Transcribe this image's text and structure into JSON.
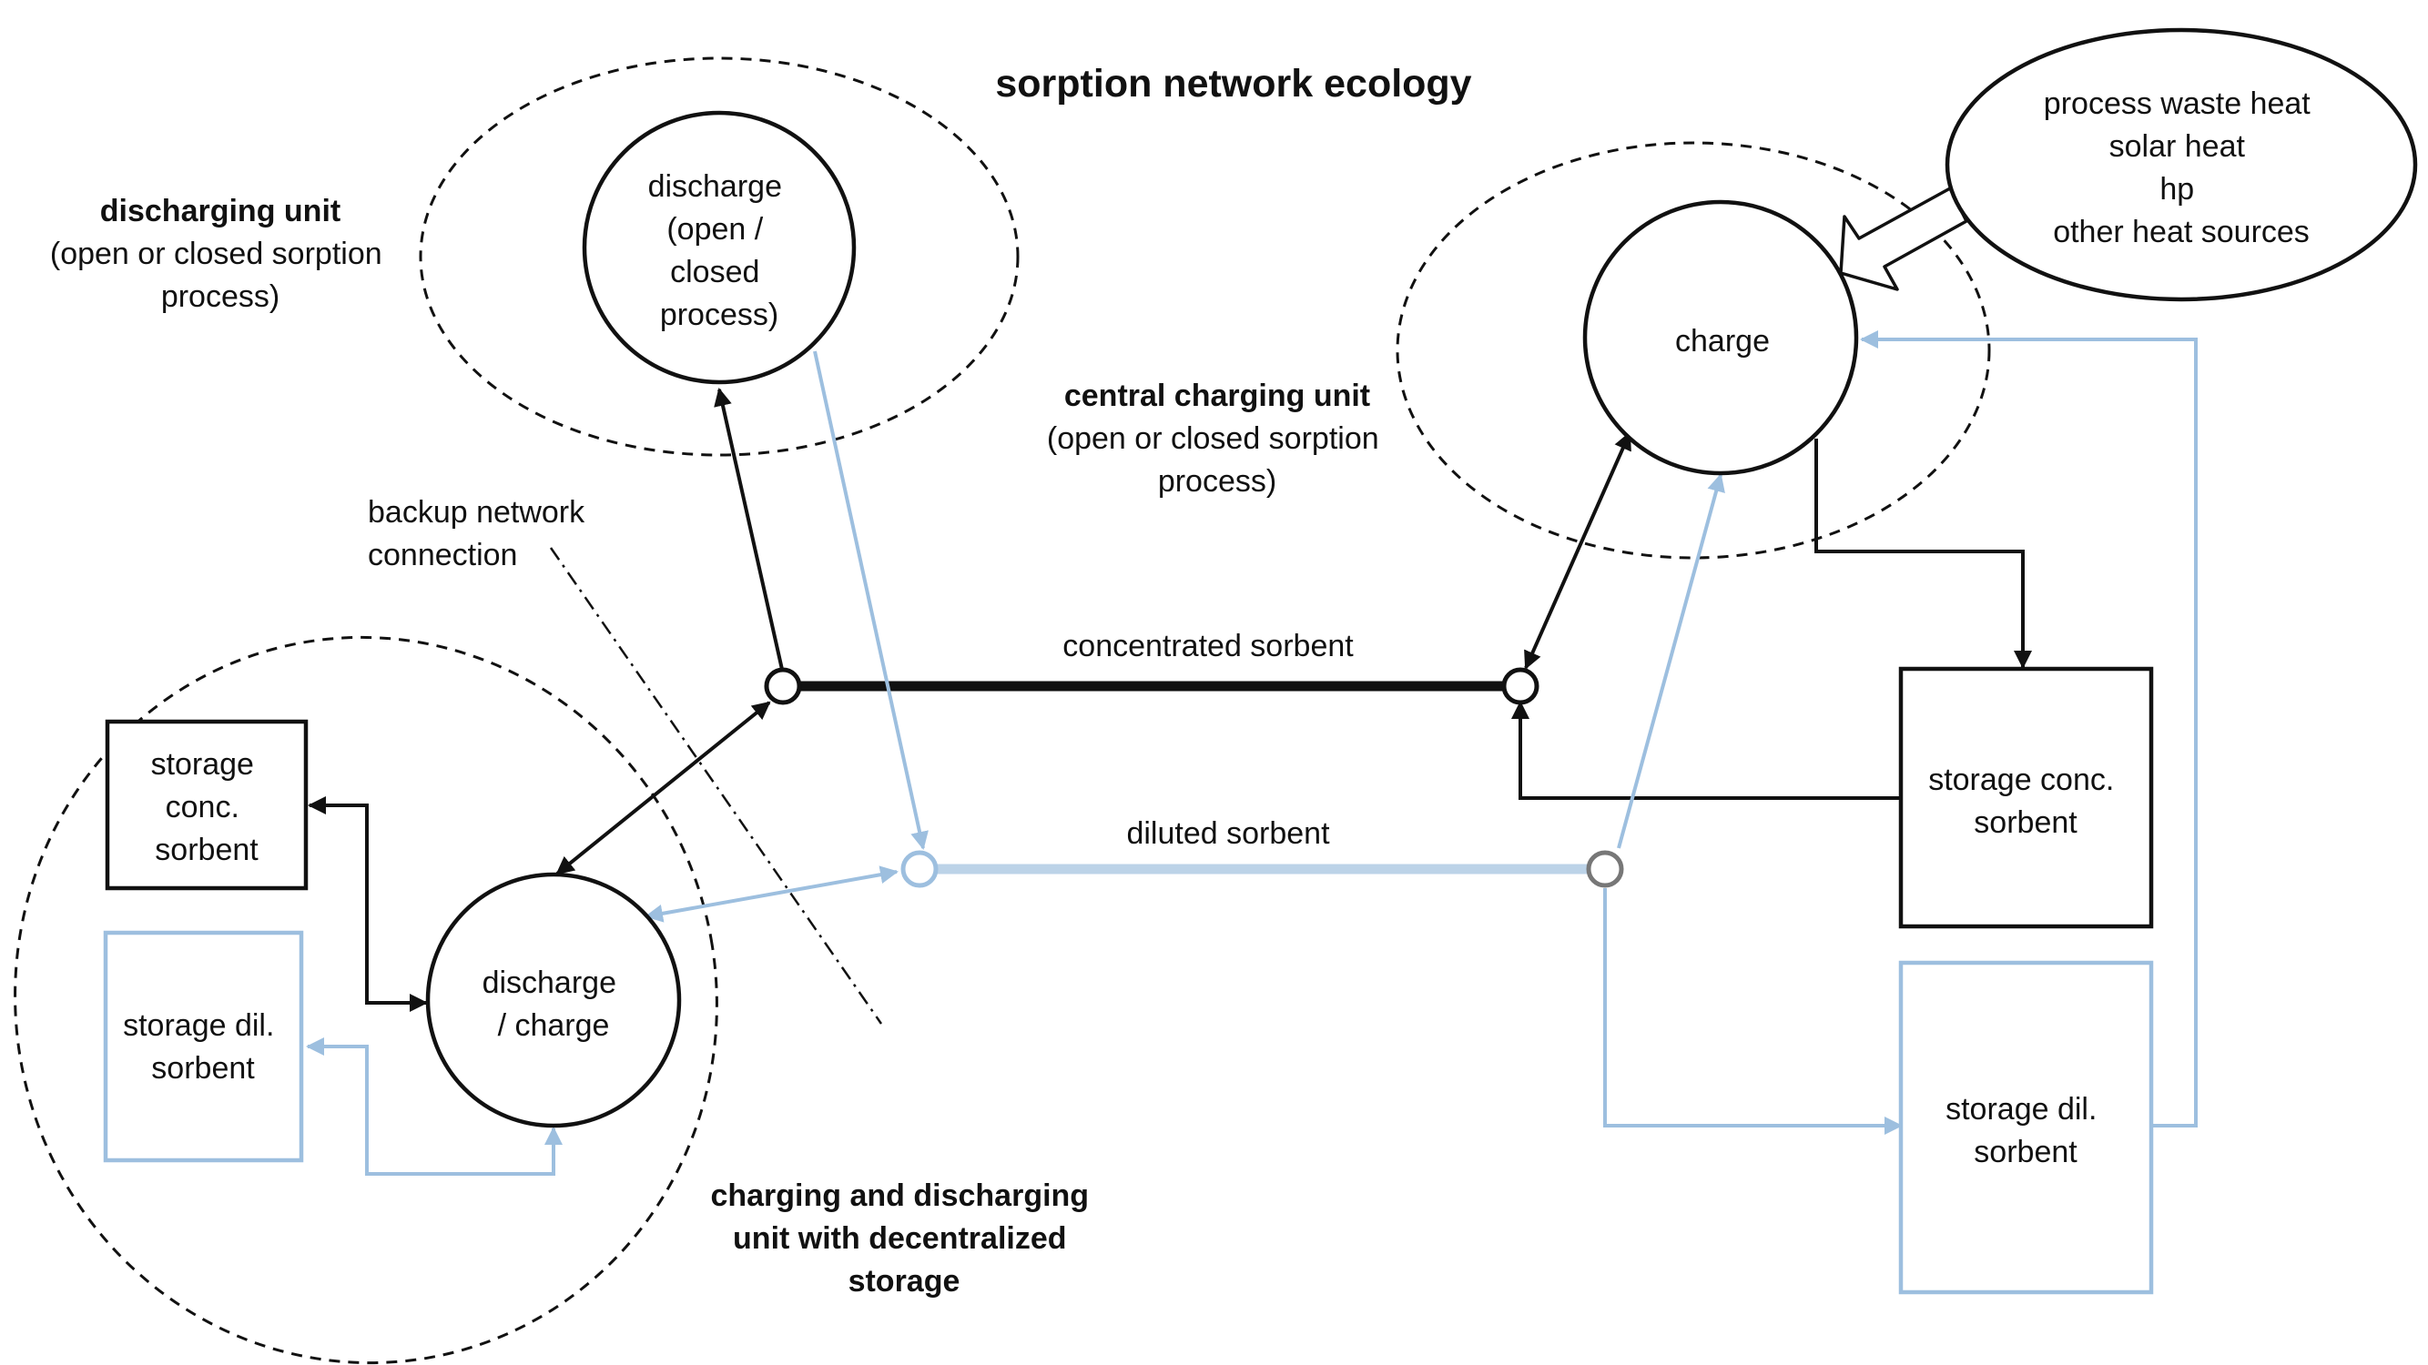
{
  "title": "sorption network ecology",
  "colors": {
    "concentrated_line": "#111111",
    "diluted_line": "#9dbfdf",
    "backup_node_stroke": "#777777"
  },
  "discharging_unit": {
    "heading": "discharging unit",
    "desc_lines": [
      "(open or closed sorption",
      "process)"
    ],
    "node_lines": [
      "discharge",
      "(open /",
      "closed",
      "process)"
    ]
  },
  "central_charging_unit": {
    "heading": "central charging unit",
    "desc_lines": [
      "(open or closed sorption",
      "process)"
    ],
    "node_label": "charge"
  },
  "heat_sources": {
    "lines": [
      "process waste heat",
      "solar heat",
      "hp",
      "other heat sources"
    ]
  },
  "decentralized_unit": {
    "heading_lines": [
      "charging and discharging",
      "unit with decentralized",
      "storage"
    ],
    "node_lines": [
      "discharge",
      "/ charge"
    ],
    "storage_conc_lines": [
      "storage",
      "conc.",
      "sorbent"
    ],
    "storage_dil_lines": [
      "storage dil.",
      "sorbent"
    ]
  },
  "central_storage": {
    "conc_lines": [
      "storage conc.",
      "sorbent"
    ],
    "dil_lines": [
      "storage dil.",
      "sorbent"
    ]
  },
  "backup": {
    "lines": [
      "backup network",
      "connection"
    ]
  },
  "network": {
    "concentrated_label": "concentrated sorbent",
    "diluted_label": "diluted sorbent"
  }
}
